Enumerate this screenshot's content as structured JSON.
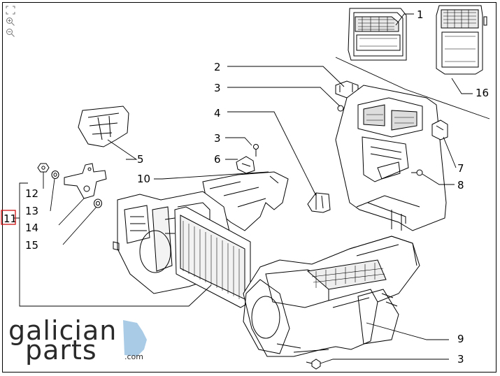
{
  "diagram": {
    "callouts": [
      {
        "id": "c1",
        "text": "1"
      },
      {
        "id": "c2",
        "text": "2"
      },
      {
        "id": "c3a",
        "text": "3"
      },
      {
        "id": "c4",
        "text": "4"
      },
      {
        "id": "c5",
        "text": "5"
      },
      {
        "id": "c3b",
        "text": "3"
      },
      {
        "id": "c6",
        "text": "6"
      },
      {
        "id": "c10",
        "text": "10"
      },
      {
        "id": "c12",
        "text": "12"
      },
      {
        "id": "c13",
        "text": "13"
      },
      {
        "id": "c11",
        "text": "11"
      },
      {
        "id": "c14",
        "text": "14"
      },
      {
        "id": "c15",
        "text": "15"
      },
      {
        "id": "c16",
        "text": "16"
      },
      {
        "id": "c7",
        "text": "7"
      },
      {
        "id": "c8",
        "text": "8"
      },
      {
        "id": "c9",
        "text": "9"
      },
      {
        "id": "c3c",
        "text": "3"
      }
    ],
    "highlight_color": "#d01010"
  },
  "toolbar": {
    "icons": [
      "fit-icon",
      "zoom-in-icon",
      "zoom-out-icon"
    ]
  },
  "logo": {
    "line1": "galician",
    "line2": "parts",
    "suffix": ".com",
    "accent_color": "#a9cbe6"
  }
}
